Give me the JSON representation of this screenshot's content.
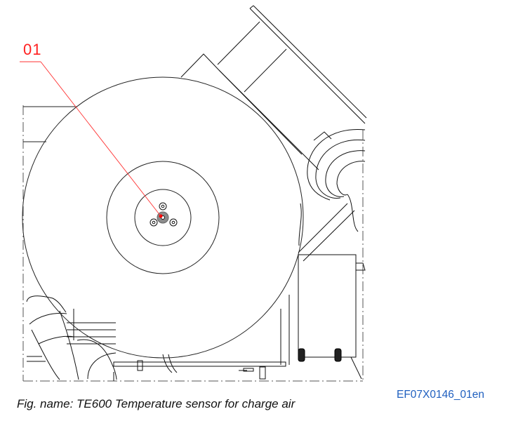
{
  "diagram": {
    "type": "technical-drawing",
    "subject": "Engine charge air section with temperature sensor",
    "callouts": [
      {
        "id": "01",
        "label": "01",
        "color": "#ff2020",
        "target": "TE600 temperature sensor"
      }
    ],
    "caption": "Fig. name: TE600 Temperature sensor for charge air",
    "figure_code": "EF07X0146_01en",
    "colors": {
      "line": "#000000",
      "callout": "#ff2020",
      "code_text": "#1f5fbf",
      "sensor_fill": "#8c8c8c"
    }
  }
}
